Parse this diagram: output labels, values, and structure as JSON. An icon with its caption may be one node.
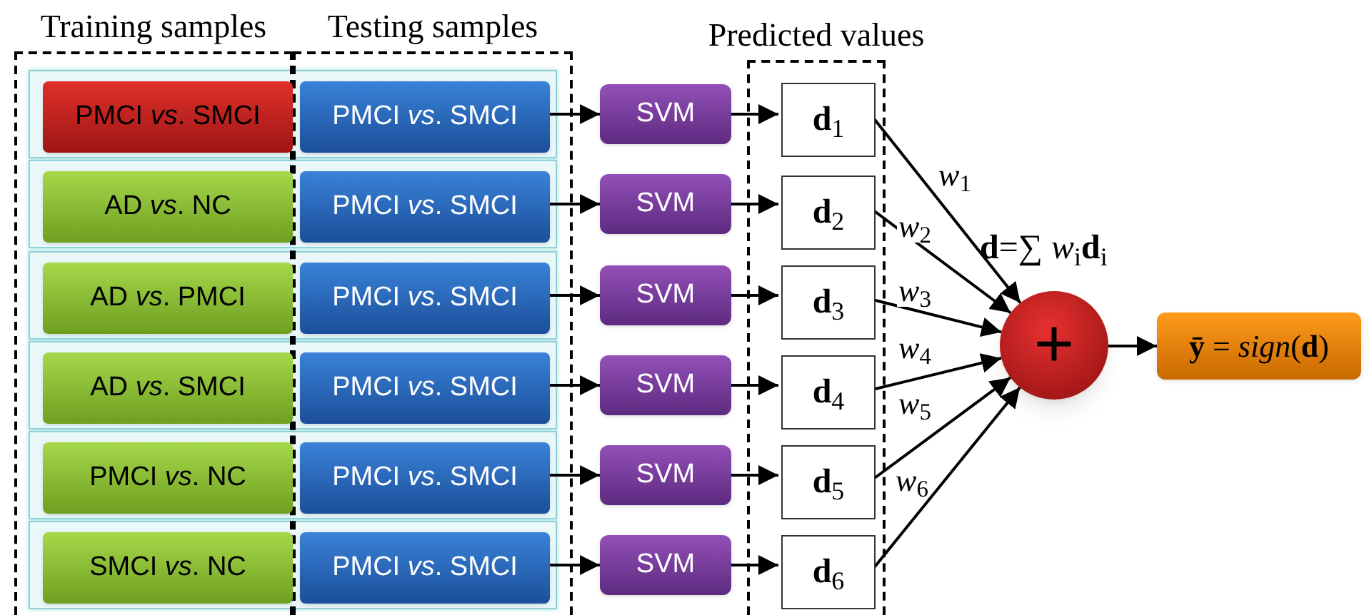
{
  "diagram": {
    "nodes": [
      {
        "text": [
          "Training samples"
        ]
      },
      {
        "text": [
          "Testing samples"
        ]
      },
      {
        "text": [
          "Predicted values"
        ]
      },
      {
        "text": [
          "PMCI *vs*. SMCI"
        ],
        "in": 0
      },
      {
        "text": [
          "AD *vs*. NC"
        ],
        "in": 0
      },
      {
        "text": [
          "AD *vs*. PMCI"
        ],
        "in": 0
      },
      {
        "text": [
          "AD *vs*. SMCI"
        ],
        "in": 0
      },
      {
        "text": [
          "PMCI *vs*. NC"
        ],
        "in": 0
      },
      {
        "text": [
          "SMCI *vs*. NC"
        ],
        "in": 0
      },
      {
        "text": [
          "PMCI *vs*. SMCI"
        ],
        "in": 1
      },
      {
        "text": [
          "PMCI *vs*. SMCI"
        ],
        "in": 1
      },
      {
        "text": [
          "PMCI *vs*. SMCI"
        ],
        "in": 1
      },
      {
        "text": [
          "PMCI *vs*. SMCI"
        ],
        "in": 1
      },
      {
        "text": [
          "PMCI *vs*. SMCI"
        ],
        "in": 1
      },
      {
        "text": [
          "PMCI *vs*. SMCI"
        ],
        "in": 1
      },
      {
        "text": [
          "SVM"
        ]
      },
      {
        "text": [
          "SVM"
        ]
      },
      {
        "text": [
          "SVM"
        ]
      },
      {
        "text": [
          "SVM"
        ]
      },
      {
        "text": [
          "SVM"
        ]
      },
      {
        "text": [
          "SVM"
        ]
      },
      {
        "text": [
          "**d**$_{1}$"
        ],
        "in": 2
      },
      {
        "text": [
          "**d**$_{2}$"
        ],
        "in": 2
      },
      {
        "text": [
          "**d**$_{3}$"
        ],
        "in": 2
      },
      {
        "text": [
          "**d**$_{4}$"
        ],
        "in": 2
      },
      {
        "text": [
          "**d**$_{5}$"
        ],
        "in": 2
      },
      {
        "text": [
          "**d**$_{6}$"
        ],
        "in": 2
      },
      {
        "text": [
          "+"
        ],
        "beside": [
          "**d**=∑ *w*$_{i}$**d**$_{i}$"
        ]
      },
      {
        "text": [
          "**ȳ** = *sign*(**d**)"
        ]
      }
    ],
    "edges": [
      {
        "from": 9,
        "to": 15,
        "arrow": "to"
      },
      {
        "from": 10,
        "to": 16,
        "arrow": "to"
      },
      {
        "from": 11,
        "to": 17,
        "arrow": "to"
      },
      {
        "from": 12,
        "to": 18,
        "arrow": "to"
      },
      {
        "from": 13,
        "to": 19,
        "arrow": "to"
      },
      {
        "from": 14,
        "to": 20,
        "arrow": "to"
      },
      {
        "from": 15,
        "to": 21,
        "arrow": "to"
      },
      {
        "from": 16,
        "to": 22,
        "arrow": "to"
      },
      {
        "from": 17,
        "to": 23,
        "arrow": "to"
      },
      {
        "from": 18,
        "to": 24,
        "arrow": "to"
      },
      {
        "from": 19,
        "to": 25,
        "arrow": "to"
      },
      {
        "from": 20,
        "to": 26,
        "arrow": "to"
      },
      {
        "from": 21,
        "to": 27,
        "arrow": "to",
        "label": "*w*$_{1}$"
      },
      {
        "from": 22,
        "to": 27,
        "arrow": "to",
        "label": "*w*$_{2}$"
      },
      {
        "from": 23,
        "to": 27,
        "arrow": "to",
        "label": "*w*$_{3}$"
      },
      {
        "from": 24,
        "to": 27,
        "arrow": "to",
        "label": "*w*$_{4}$"
      },
      {
        "from": 25,
        "to": 27,
        "arrow": "to",
        "label": "*w*$_{5}$"
      },
      {
        "from": 26,
        "to": 27,
        "arrow": "to",
        "label": "*w*$_{6}$"
      },
      {
        "from": 27,
        "to": 28,
        "arrow": "to"
      }
    ]
  }
}
